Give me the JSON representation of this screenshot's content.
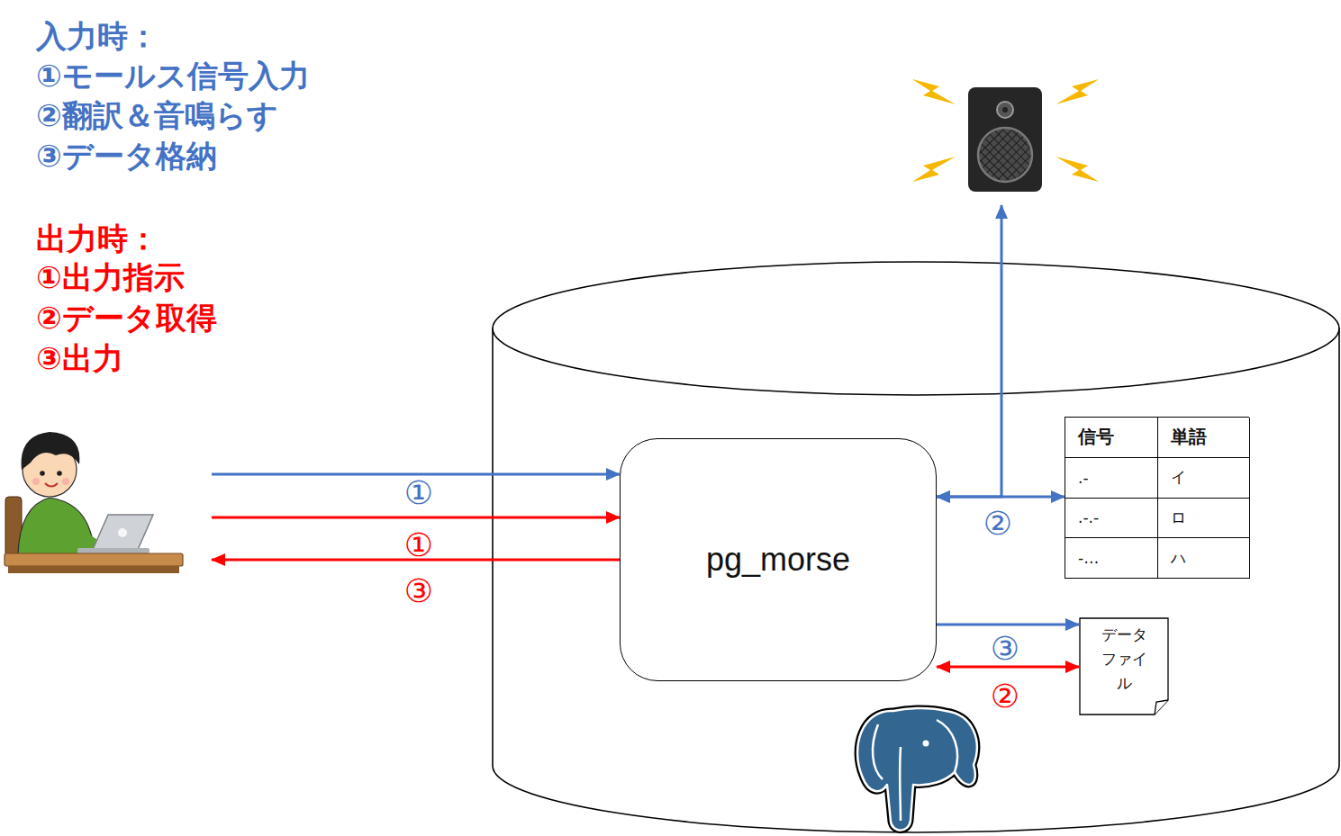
{
  "diagram": {
    "nodes": [
      {
        "text": []
      },
      {
        "text": []
      },
      {
        "text": []
      },
      {
        "text": [
          "pg_morse"
        ],
        "in": 2
      },
      {
        "text": [
          "信号",
          "単語",
          ".-",
          "イ",
          ".-.-",
          "ロ",
          "-…",
          "ハ"
        ],
        "in": 2
      },
      {
        "text": [
          "データ ファイ ル"
        ],
        "in": 2
      }
    ],
    "edges": [
      {
        "from": 0,
        "to": 3,
        "arrow": "to",
        "label": "①"
      },
      {
        "from": 0,
        "to": 3,
        "arrow": "to",
        "label": "①"
      },
      {
        "from": 3,
        "to": 0,
        "arrow": "to",
        "label": "③"
      },
      {
        "from": 3,
        "to": 4,
        "arrow": "both",
        "label": "②"
      },
      {
        "from": 3,
        "to": 1,
        "arrow": "both"
      },
      {
        "from": 3,
        "to": 5,
        "arrow": "to",
        "label": "③"
      },
      {
        "from": 3,
        "to": 5,
        "arrow": "both",
        "label": "②"
      }
    ],
    "labels": [
      "入力時：",
      "①モールス信号入力",
      "②翻訳＆音鳴らす",
      "③データ格納",
      "出力時：",
      "①出力指示",
      "②データ取得",
      "③出力"
    ]
  }
}
